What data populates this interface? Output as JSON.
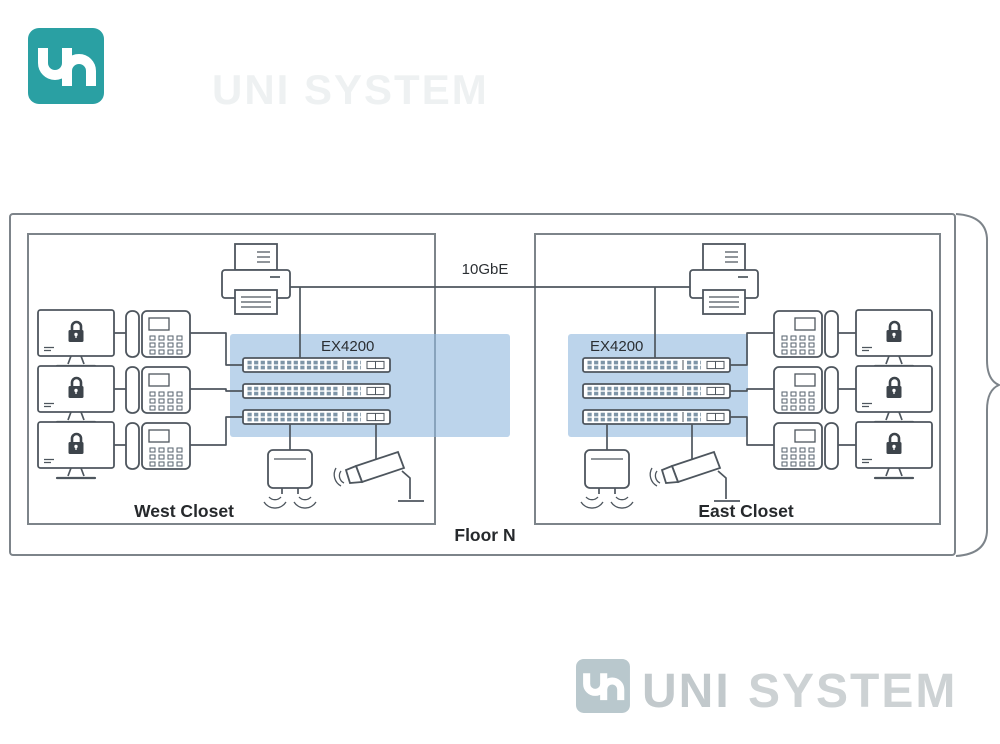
{
  "brand": {
    "logo_monogram": "un",
    "watermark_top": "UNI SYSTEM",
    "watermark_bottom": {
      "uni": "UNI",
      "system": "SYSTEM"
    }
  },
  "diagram": {
    "floor_label": "Floor N",
    "uplink_label": "10GbE",
    "west_closet": {
      "label": "West Closet",
      "switch_model": "EX4200"
    },
    "east_closet": {
      "label": "East Closet",
      "switch_model": "EX4200"
    }
  },
  "icons": {
    "logo": "un-monogram-icon",
    "devices": [
      "printer-icon",
      "desk-phone-icon",
      "secure-desktop-icon",
      "lock-icon",
      "network-switch-icon",
      "wireless-ap-icon",
      "cctv-camera-icon",
      "brace-bracket"
    ]
  },
  "colors": {
    "accent_teal": "#2aa0a3",
    "line_gray": "#4e565e",
    "border_gray": "#7d848a",
    "band_blue": "#8fb8dd",
    "port_blue": "#7e95a7",
    "watermark_gray": "#c6cccf"
  }
}
